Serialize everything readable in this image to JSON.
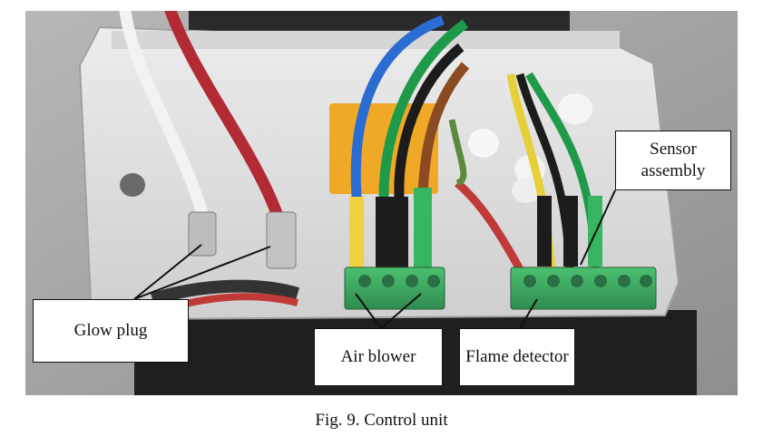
{
  "figure": {
    "caption": "Fig. 9. Control unit",
    "labels": {
      "glow_plug": "Glow plug",
      "air_blower": "Air blower",
      "flame_detector": "Flame detector",
      "sensor_assembly": "Sensor assembly"
    }
  },
  "colors": {
    "housing": "#d9d9d9",
    "wire_white": "#f2f2f2",
    "wire_red": "#b22a34",
    "wire_blue": "#2a6cd1",
    "wire_green": "#1f9a4a",
    "wire_brown": "#8a4a22",
    "wire_black": "#1c1c1c",
    "terminal_block": "#3aa05e",
    "sticker": "#f0a41c"
  }
}
